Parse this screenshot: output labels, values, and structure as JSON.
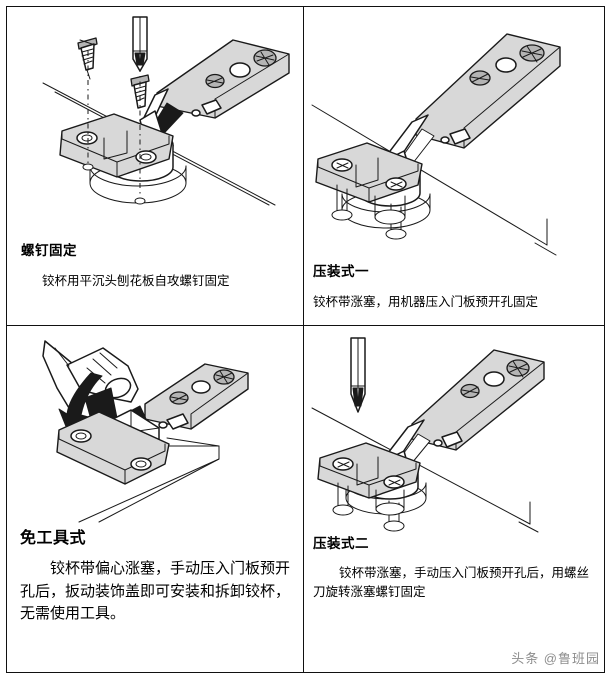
{
  "document": {
    "kind": "cabinet-hinge-installation-chart",
    "watermark": "头条 @鲁班园"
  },
  "panels": [
    {
      "id": "screw-fixing",
      "title": "螺钉固定",
      "body": "铰杯用平沉头刨花板自攻螺钉固定",
      "illustration": "hinge-with-screws-and-screwdriver"
    },
    {
      "id": "press-fit-one",
      "title": "压装式一",
      "body": "铰杯带涨塞，用机器压入门板预开孔固定",
      "illustration": "hinge-with-expansion-dowels-machine-press"
    },
    {
      "id": "tool-free",
      "title": "免工具式",
      "body": "铰杯带偏心涨塞，手动压入门板预开孔后，扳动装饰盖即可安装和拆卸铰杯，无需使用工具。",
      "illustration": "hand-flipping-hinge-cover-with-arrow"
    },
    {
      "id": "press-fit-two",
      "title": "压装式二",
      "body": "铰杯带涨塞，手动压入门板预开孔后，用螺丝刀旋转涨塞螺钉固定",
      "illustration": "hinge-with-expansion-dowels-and-screwdriver"
    }
  ]
}
